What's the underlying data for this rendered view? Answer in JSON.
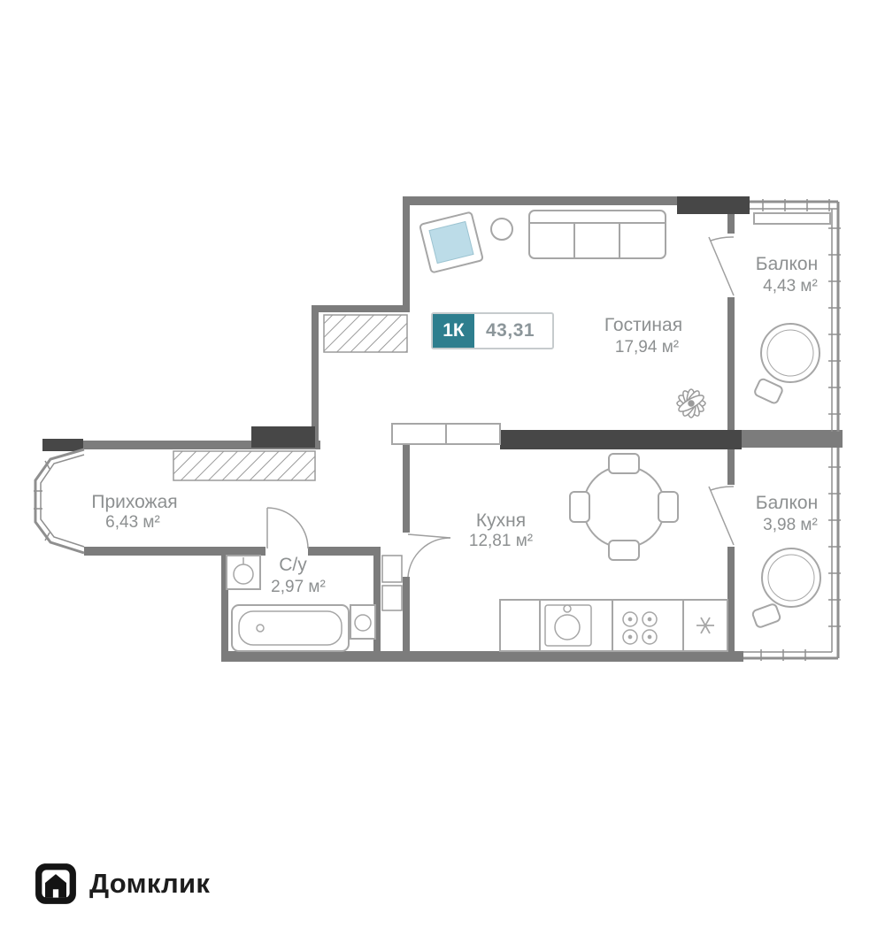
{
  "plan": {
    "badge": {
      "type": "1К",
      "area": "43,31"
    },
    "rooms": [
      {
        "name": "Гостиная",
        "area": "17,94 м²"
      },
      {
        "name": "Балкон",
        "area": "4,43 м²"
      },
      {
        "name": "Прихожая",
        "area": "6,43 м²"
      },
      {
        "name": "С/у",
        "area": "2,97 м²"
      },
      {
        "name": "Кухня",
        "area": "12,81 м²"
      },
      {
        "name": "Балкон",
        "area": "3,98 м²"
      }
    ]
  },
  "branding": {
    "logo_text": "Домклик"
  },
  "colors": {
    "accent_teal": "#2e7e8e",
    "wall_gray": "#7c7c7c",
    "dark_block_gray": "#474747",
    "label_gray": "#8d9091",
    "furniture_blue": "#bcdce8"
  }
}
